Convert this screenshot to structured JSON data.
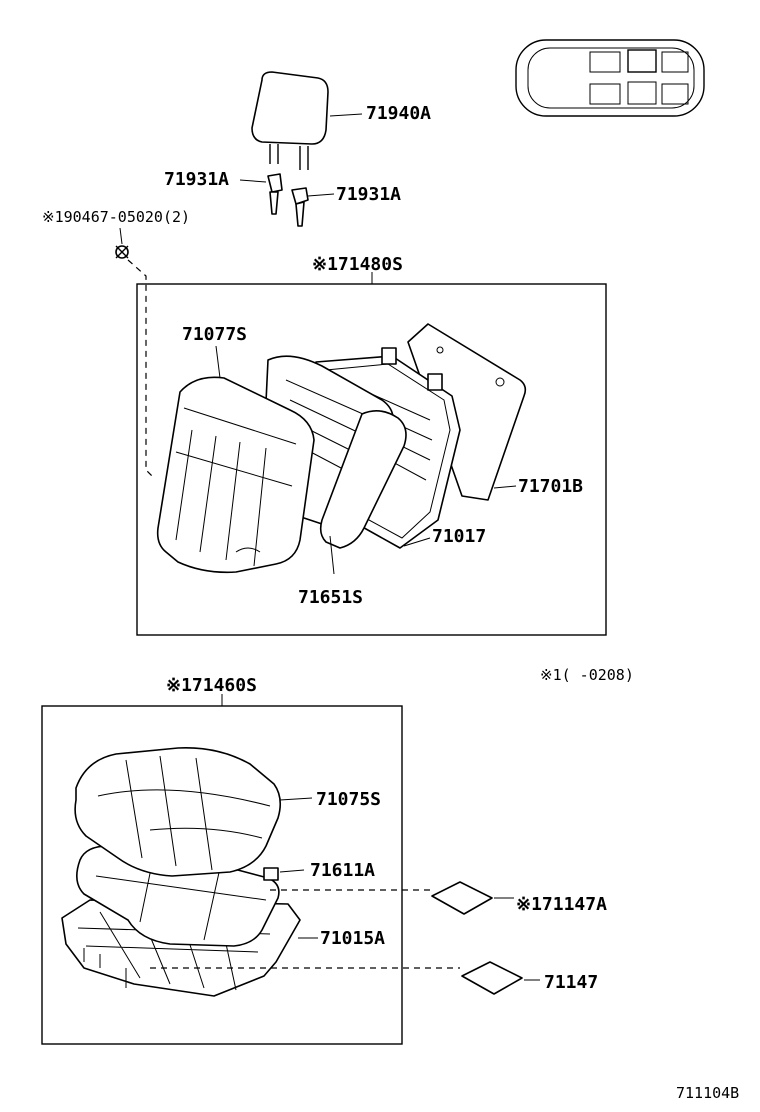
{
  "diagram": {
    "labels": {
      "headrest": "71940A",
      "support_left": "71931A",
      "support_right": "71931A",
      "screw": "※190467-05020(2)",
      "back_assembly": "※171480S",
      "back_cover": "71077S",
      "back_board": "71701B",
      "back_frame": "71017",
      "back_pad": "71651S",
      "cushion_assembly": "※171460S",
      "cushion_cover": "71075S",
      "cushion_pad": "71611A",
      "cushion_frame": "71015A",
      "part_71147a": "※171147A",
      "part_71147": "71147",
      "footnote": "※1(     -0208)",
      "diagram_id": "711104B"
    }
  }
}
